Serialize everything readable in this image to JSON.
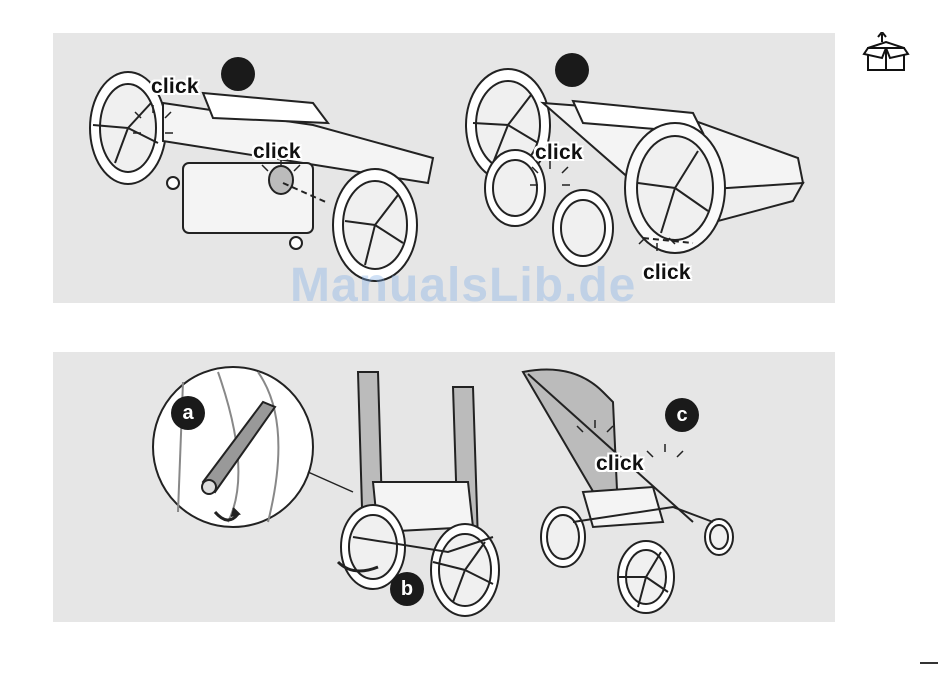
{
  "top_panel": {
    "clicks": [
      "click",
      "click",
      "click",
      "click"
    ]
  },
  "bottom_panel": {
    "steps": {
      "a": "a",
      "b": "b",
      "c": "c"
    },
    "clicks": [
      "click"
    ]
  },
  "watermark": "ManualsLib.de",
  "icons": {
    "corner": "box-unpack-icon",
    "badges": "step-badge"
  },
  "colors": {
    "panel": "#e6e6e6",
    "badge": "#1a1a1a",
    "watermark": "#78aae6"
  }
}
